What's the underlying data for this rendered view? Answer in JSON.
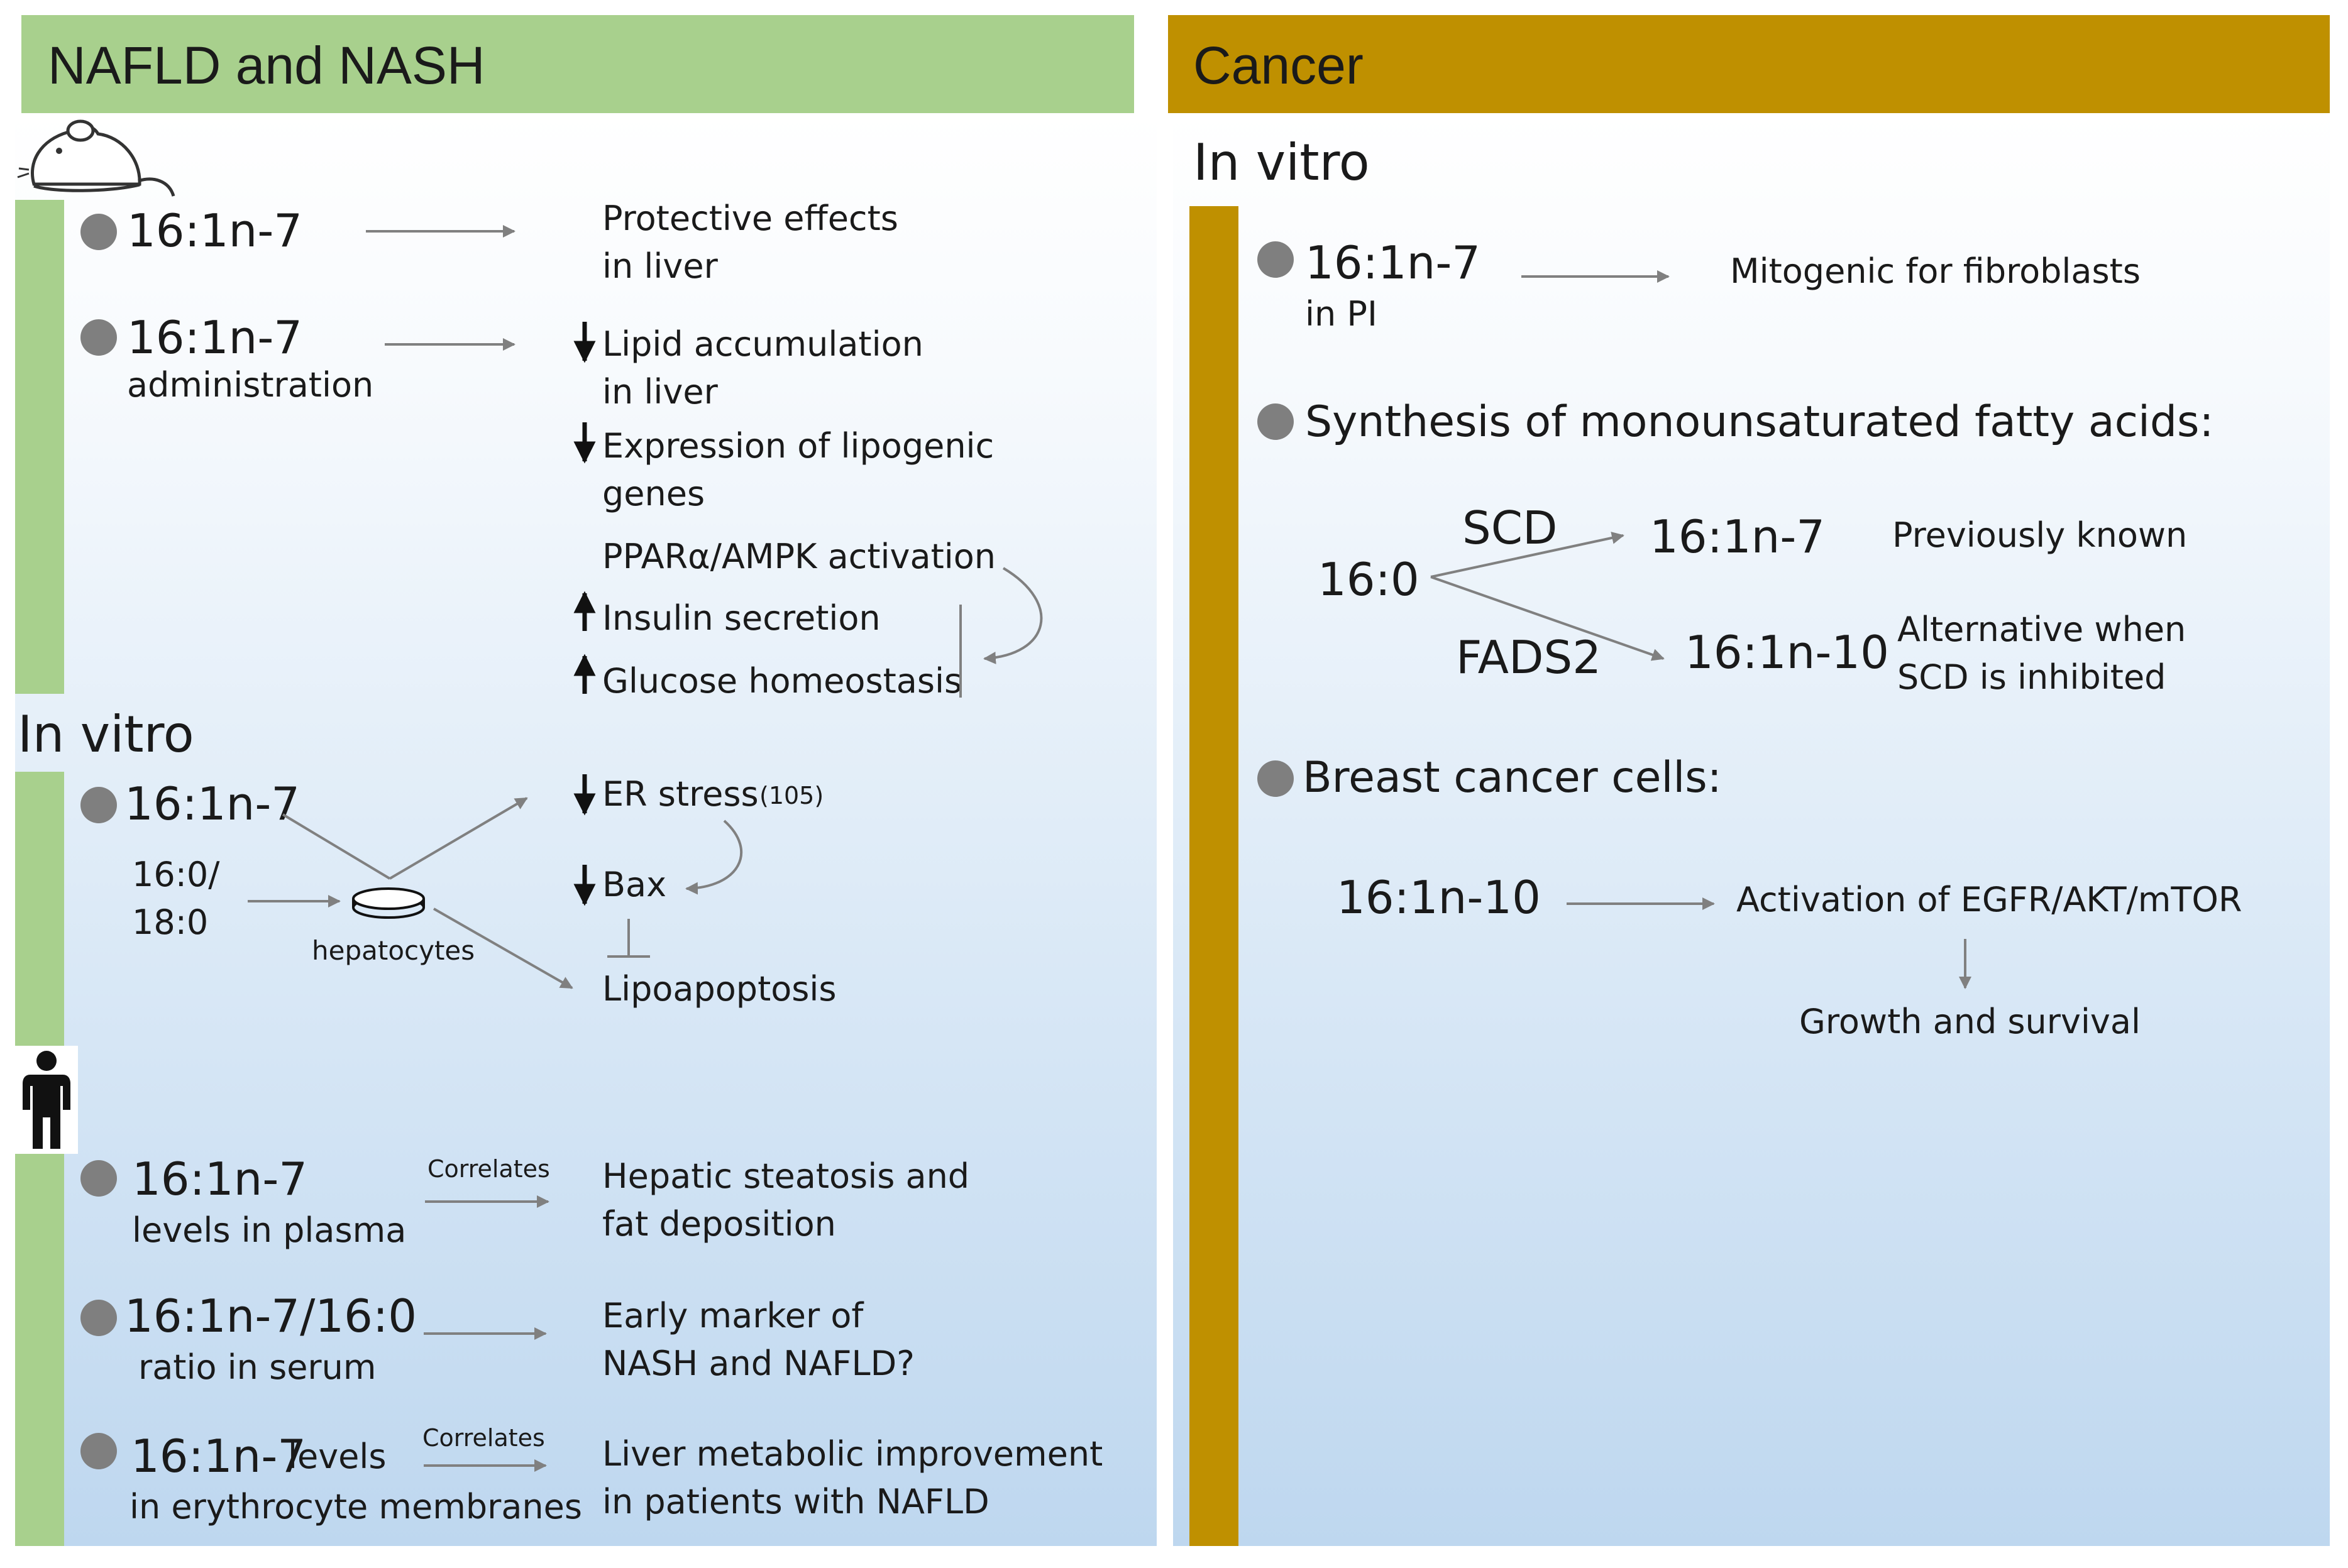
{
  "left_panel": {
    "header": "NAFLD and NASH",
    "accent_color": "#a8d08d",
    "animal_icon": "mouse-icon",
    "human_icon": "person-icon",
    "animal_items": [
      {
        "compound": "16:1n-7",
        "subtitle": "",
        "effect_line1": "Protective effects",
        "effect_line2": "in liver"
      },
      {
        "compound": "16:1n-7",
        "subtitle": "administration",
        "effects": [
          {
            "arrow": "down",
            "line1": "Lipid accumulation",
            "line2": "in liver"
          },
          {
            "arrow": "down",
            "line1": "Expression of lipogenic",
            "line2": "genes"
          },
          {
            "arrow": "",
            "line1": "PPARα/AMPK  activation",
            "line2": ""
          },
          {
            "arrow": "up",
            "line1": "Insulin secretion",
            "line2": ""
          },
          {
            "arrow": "up",
            "line1": "Glucose homeostasis",
            "line2": ""
          }
        ]
      }
    ],
    "in_vitro": {
      "title": "In vitro",
      "compound": "16:1n-7",
      "input_line1": "16:0/",
      "input_line2": "18:0",
      "cell_label": "hepatocytes",
      "er_stress": "ER stress",
      "er_stress_ref": "(105)",
      "bax": "Bax",
      "outcome": "Lipoapoptosis"
    },
    "human_items": [
      {
        "compound": "16:1n-7",
        "subtitle": "levels in plasma",
        "relation": "Correlates",
        "effect_line1": "Hepatic steatosis and",
        "effect_line2": "fat deposition"
      },
      {
        "compound": "16:1n-7/16:0",
        "subtitle": "ratio in serum",
        "relation": "",
        "effect_line1": "Early marker  of",
        "effect_line2": "NASH  and NAFLD?"
      },
      {
        "compound": "16:1n-7",
        "compound_suffix": "levels",
        "subtitle": "in erythrocyte  membranes",
        "relation": "Correlates",
        "effect_line1": "Liver metabolic improvement",
        "effect_line2": "in patients with NAFLD"
      }
    ]
  },
  "right_panel": {
    "header": "Cancer",
    "accent_color": "#bf9000",
    "in_vitro_title": "In vitro",
    "item1": {
      "compound": "16:1n-7",
      "subtitle": "in PI",
      "effect": "Mitogenic for fibroblasts"
    },
    "item2": {
      "title": "Synthesis of monounsaturated fatty acids:"
    },
    "pathway": {
      "source": "16:0",
      "enzyme_top": "SCD",
      "product_top": "16:1n-7",
      "note_top": "Previously known",
      "enzyme_bottom": "FADS2",
      "product_bottom": "16:1n-10",
      "note_bottom_line1": "Alternative when",
      "note_bottom_line2": "SCD is inhibited"
    },
    "item3": {
      "title": "Breast cancer cells:",
      "compound": "16:1n-10",
      "effect": "Activation of EGFR/AKT/mTOR",
      "outcome": "Growth  and survival"
    }
  }
}
